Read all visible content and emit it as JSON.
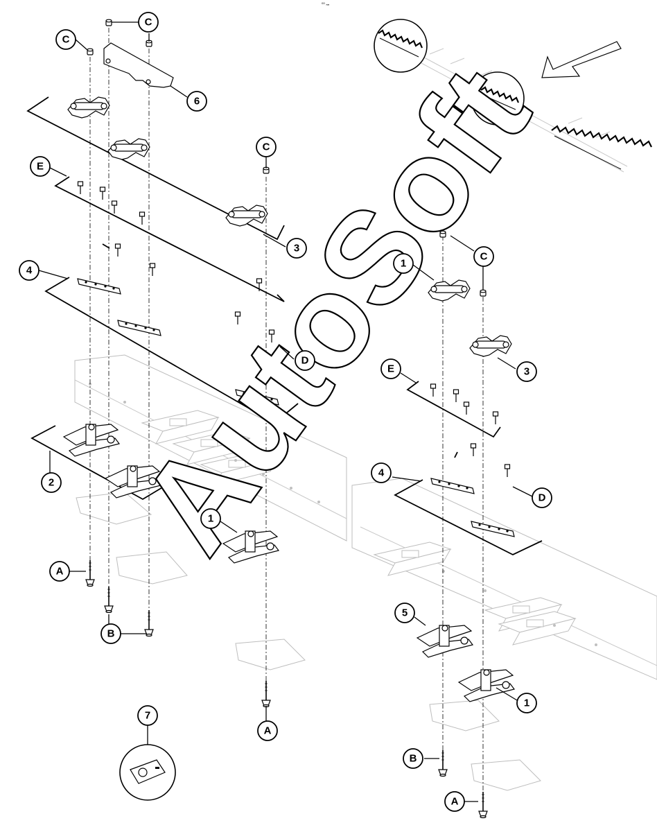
{
  "figure": {
    "corner_mark": "⁰⁰ ₙₙ",
    "watermark": "AutoSoft"
  },
  "callouts": {
    "c1": "C",
    "c2": "C",
    "c3": "C",
    "c4": "C",
    "n6": "6",
    "e1": "E",
    "n3a": "3",
    "n4a": "4",
    "d1": "D",
    "n2": "2",
    "n1a": "1",
    "a1": "A",
    "b1": "B",
    "a2": "A",
    "n7": "7",
    "n1b": "1",
    "n3b": "3",
    "e2": "E",
    "n4b": "4",
    "d2": "D",
    "n5": "5",
    "n1c": "1",
    "b2": "B",
    "a3": "A"
  }
}
